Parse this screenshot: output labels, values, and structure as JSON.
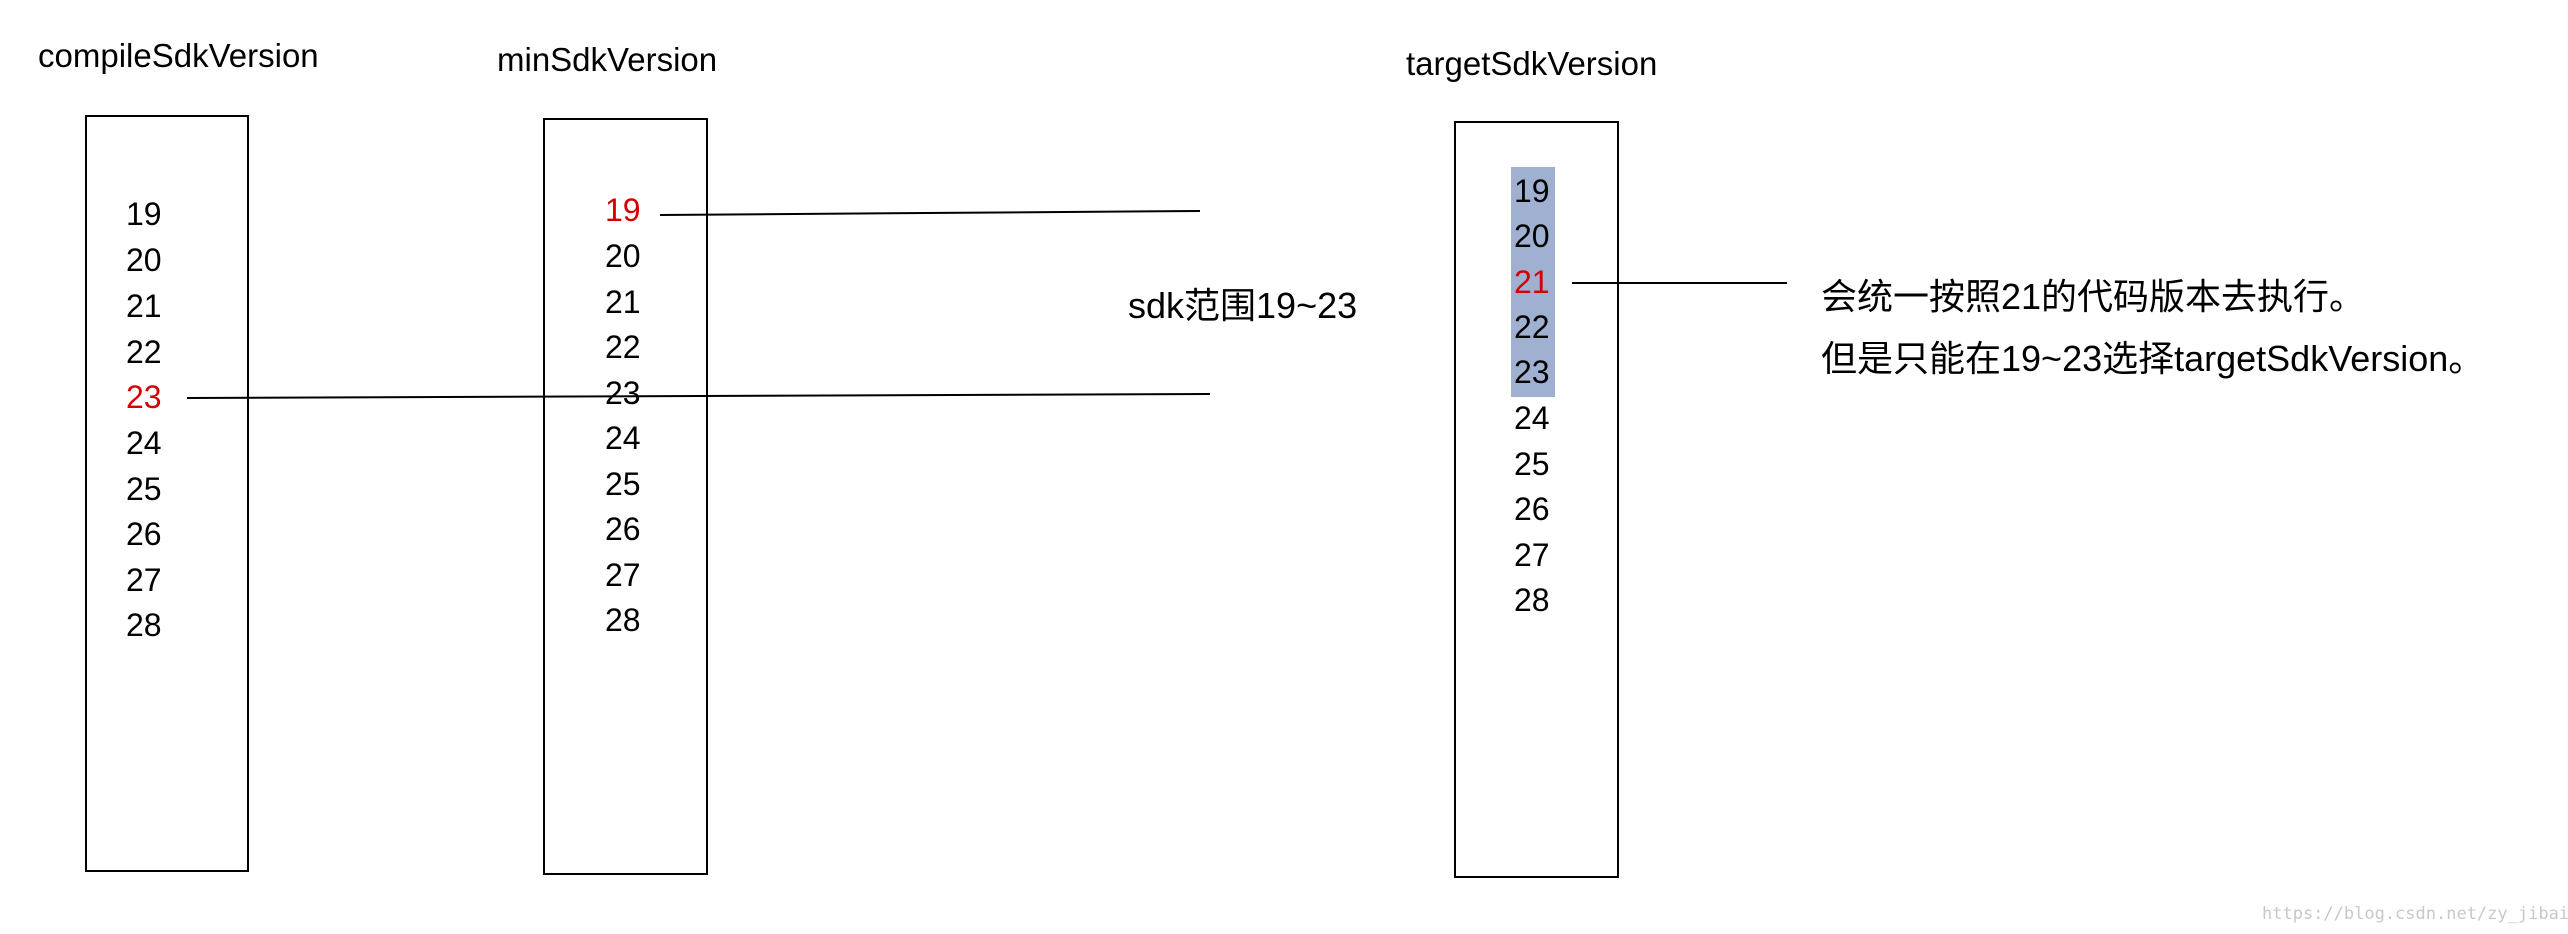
{
  "columns": [
    {
      "title": "compileSdkVersion",
      "versions": [
        "19",
        "20",
        "21",
        "22",
        "23",
        "24",
        "25",
        "26",
        "27",
        "28"
      ],
      "highlighted": "23"
    },
    {
      "title": "minSdkVersion",
      "versions": [
        "19",
        "20",
        "21",
        "22",
        "23",
        "24",
        "25",
        "26",
        "27",
        "28"
      ],
      "highlighted": "19"
    },
    {
      "title": "targetSdkVersion",
      "versions": [
        "19",
        "20",
        "21",
        "22",
        "23",
        "24",
        "25",
        "26",
        "27",
        "28"
      ],
      "highlighted": "21",
      "range_shaded": [
        "19",
        "20",
        "21",
        "22",
        "23"
      ]
    }
  ],
  "range_label": "sdk范围19~23",
  "note_line1": "会统一按照21的代码版本去执行。",
  "note_line2": "但是只能在19~23选择targetSdkVersion。",
  "watermark": "https://blog.csdn.net/zy_jibai",
  "colors": {
    "highlight_text": "#d40000",
    "range_fill": "#9fb0d1",
    "stroke": "#000000"
  }
}
